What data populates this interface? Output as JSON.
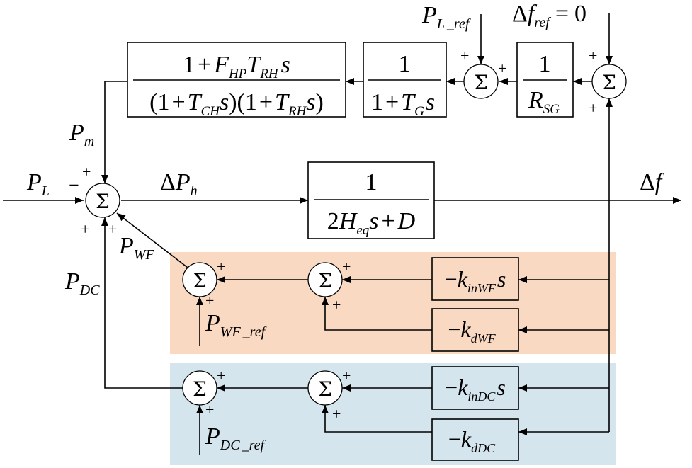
{
  "colors": {
    "orange_band": "#FAD9C3",
    "blue_band": "#D5E5EE",
    "ink": "#000000"
  },
  "symbols": {
    "sum": "Σ",
    "plus": "+",
    "minus": "−",
    "delta": "Δ",
    "bar": "_",
    "eq": "="
  },
  "signals": {
    "PL": {
      "main": "P",
      "sub": "L"
    },
    "Pm": {
      "main": "P",
      "sub": "m"
    },
    "dPh": {
      "main": "P",
      "sub": "h"
    },
    "df": {
      "main": "f"
    },
    "PWF": {
      "main": "P",
      "sub": "WF"
    },
    "PDC": {
      "main": "P",
      "sub": "DC"
    },
    "PLref": {
      "main": "P",
      "sub1": "L",
      "sub2": "ref"
    },
    "dfref": {
      "main": "f",
      "sub": "ref",
      "value": "0"
    },
    "PWFref": {
      "main": "P",
      "sub1": "WF",
      "sub2": "ref"
    },
    "PDCref": {
      "main": "P",
      "sub1": "DC",
      "sub2": "ref"
    }
  },
  "blocks": {
    "turbine": {
      "num": {
        "one": "1",
        "plus": "+",
        "F": "F",
        "F_sub": "HP",
        "T": "T",
        "T_sub": "RH",
        "s": "s"
      },
      "den": {
        "open": "(1",
        "plus": "+",
        "T1": "T",
        "T1_sub": "CH",
        "s1": "s",
        "mid": ")(1",
        "T2": "T",
        "T2_sub": "RH",
        "s2": "s",
        "close": ")"
      }
    },
    "governor": {
      "num": "1",
      "den": {
        "one": "1",
        "plus": "+",
        "T": "T",
        "T_sub": "G",
        "s": "s"
      }
    },
    "droop": {
      "num": "1",
      "den": {
        "R": "R",
        "R_sub": "SG"
      }
    },
    "system": {
      "num": "1",
      "den": {
        "two": "2",
        "H": "H",
        "H_sub": "eq",
        "s": "s",
        "plus": "+",
        "D": "D"
      }
    },
    "kinWF": {
      "minus": "−",
      "k": "k",
      "sub": "inWF",
      "s": "s"
    },
    "kdWF": {
      "minus": "−",
      "k": "k",
      "sub": "dWF"
    },
    "kinDC": {
      "minus": "−",
      "k": "k",
      "sub": "inDC",
      "s": "s"
    },
    "kdDC": {
      "minus": "−",
      "k": "k",
      "sub": "dDC"
    }
  }
}
